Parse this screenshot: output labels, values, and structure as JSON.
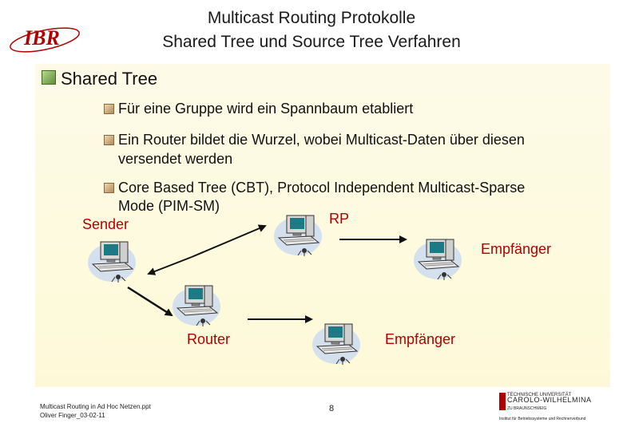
{
  "title": {
    "line1": "Multicast Routing Protokolle",
    "line2": "Shared Tree und Source Tree Verfahren"
  },
  "logo": {
    "text": "IBR",
    "color": "#b00000"
  },
  "heading": "Shared Tree",
  "bullets": [
    "Für eine Gruppe wird ein Spannbaum etabliert",
    "Ein Router bildet die Wurzel, wobei Multicast-Daten über diesen",
    "versendet werden",
    "Core Based Tree (CBT), Protocol Independent Multicast-Sparse",
    "Mode (PIM-SM)"
  ],
  "labels": {
    "sender": "Sender",
    "rp": "RP",
    "empfaenger1": "Empfänger",
    "router": "Router",
    "empfaenger2": "Empfänger"
  },
  "footer": {
    "line1": "Multicast Routing in Ad Hoc Netzen.ppt",
    "line2": "Oliver Finger_03-02-11",
    "page": "8",
    "uni1": "TECHNISCHE UNIVERSITÄT",
    "uni2": "CAROLO-WILHELMINA",
    "uni3": "ZU BRAUNSCHWEIG",
    "uni4": "Institut für Betriebssysteme und Rechnerverbund"
  },
  "colors": {
    "label": "#b00000",
    "arrow": "#111111"
  }
}
